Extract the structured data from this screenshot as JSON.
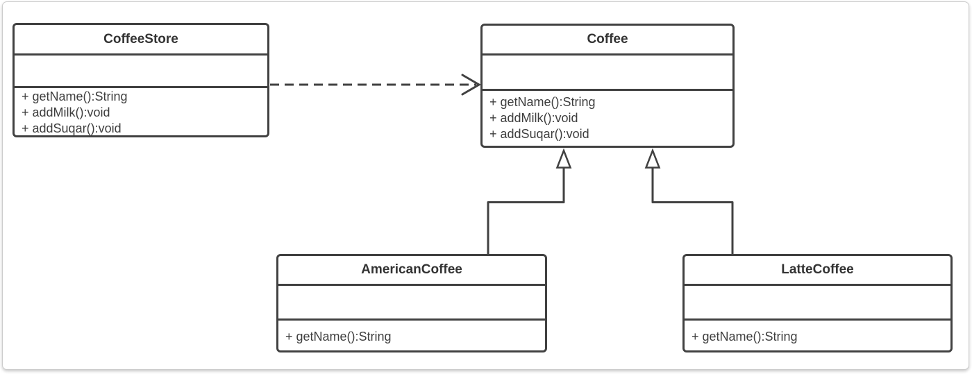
{
  "diagram": {
    "kind": "uml-class-diagram",
    "background_color": "#ffffff",
    "stroke_color": "#414141",
    "classes": [
      {
        "id": "coffee-store",
        "name": "CoffeeStore",
        "attributes": [],
        "methods": [
          "+ getName():String",
          "+ addMilk():void",
          "+ addSuqar():void"
        ]
      },
      {
        "id": "coffee",
        "name": "Coffee",
        "attributes": [],
        "methods": [
          "+ getName():String",
          "+ addMilk():void",
          "+ addSuqar():void"
        ]
      },
      {
        "id": "american-coffee",
        "name": "AmericanCoffee",
        "attributes": [],
        "methods": [
          "+ getName():String"
        ]
      },
      {
        "id": "latte-coffee",
        "name": "LatteCoffee",
        "attributes": [],
        "methods": [
          "+ getName():String"
        ]
      }
    ],
    "relationships": [
      {
        "type": "dependency",
        "from": "CoffeeStore",
        "to": "Coffee",
        "line_style": "dashed",
        "arrowhead": "open-arrow"
      },
      {
        "type": "generalization",
        "from": "AmericanCoffee",
        "to": "Coffee",
        "line_style": "solid",
        "arrowhead": "hollow-triangle"
      },
      {
        "type": "generalization",
        "from": "LatteCoffee",
        "to": "Coffee",
        "line_style": "solid",
        "arrowhead": "hollow-triangle"
      }
    ]
  }
}
